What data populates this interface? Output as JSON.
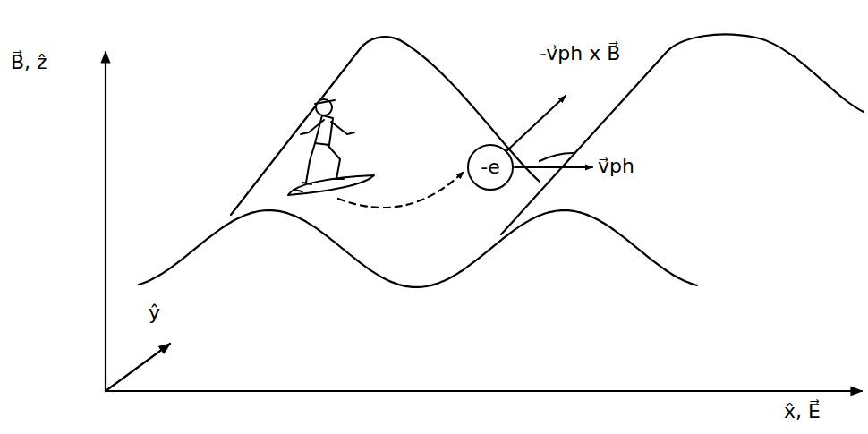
{
  "diagram": {
    "nodes": [
      {
        "text": [
          "-e"
        ]
      }
    ],
    "labels": [
      "B⃗, ẑ",
      "ŷ",
      "x̂, E⃗",
      "-v⃗ph x B⃗",
      "v⃗ph"
    ]
  }
}
